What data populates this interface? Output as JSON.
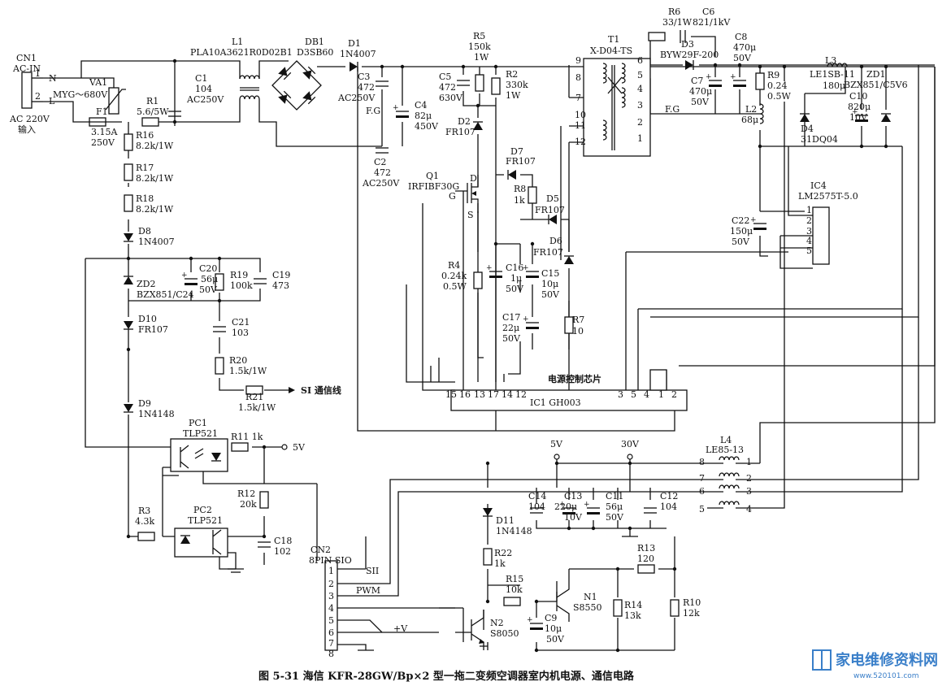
{
  "title": "图 5-31    海信 KFR-28GW/Bp×2 型一拖二变频空调器室内机电源、通信电路",
  "watermark": {
    "text": "家电维修资料网",
    "url": "www.520101.com"
  },
  "labels": {
    "cn1_name": "CN1",
    "cn1_type": "AC-IN",
    "pin_n": "N",
    "pin_l": "L",
    "pin1": "1",
    "pin2": "2",
    "ac_in1": "AC 220V",
    "ac_in2": "输入",
    "va1": "VA1",
    "va1_val": "MYG～680V",
    "f1": "F1",
    "f1_v1": "3.15A",
    "f1_v2": "250V",
    "r1": "R1",
    "r1_val": "5.6/5W",
    "l1": "L1",
    "l1_val": "PLA10A3621R0D02B1",
    "c1": "C1",
    "c1_v1": "104",
    "c1_v2": "AC250V",
    "db1": "DB1",
    "db1_val": "D3SB60",
    "d1": "D1",
    "d1_val": "1N4007",
    "c3": "C3",
    "c3_v1": "472",
    "c3_v2": "AC250V",
    "fg1": "F.G",
    "c4": "C4",
    "c4_v1": "82μ",
    "c4_v2": "450V",
    "c2": "C2",
    "c2_v1": "472",
    "c2_v2": "AC250V",
    "r5": "R5",
    "r5_v1": "150k",
    "r5_v2": "1W",
    "c5": "C5",
    "c5_v1": "472",
    "c5_v2": "630V",
    "r2": "R2",
    "r2_v1": "330k",
    "r2_v2": "1W",
    "d2": "D2",
    "d2_val": "FR107",
    "t1": "T1",
    "t1_val": "X-D04-TS",
    "t_p9": "9",
    "t_p8": "8",
    "t_p7": "7",
    "t_p10": "10",
    "t_p11": "11",
    "t_p12": "12",
    "t_p6": "6",
    "t_p5": "5",
    "t_p4": "4",
    "t_p3": "3",
    "t_p2": "2",
    "t_p1": "1",
    "fg2": "F.G",
    "r6": "R6",
    "r6_val": "33/1W",
    "c6": "C6",
    "c6_val": "821/1kV",
    "d3": "D3",
    "d3_val": "BYW29F-200",
    "c8": "C8",
    "c8_v1": "470μ",
    "c8_v2": "50V",
    "c7": "C7",
    "c7_v1": "470μ",
    "c7_v2": "50V",
    "r9": "R9",
    "r9_v1": "0.24",
    "r9_v2": "0.5W",
    "l2": "L2",
    "l2_val": "68μ",
    "l3": "L3",
    "l3_val": "LE1SB-11",
    "l3_v2": "180μ",
    "zd1": "ZD1",
    "zd1_val": "BZX851/C5V6",
    "c10": "C10",
    "c10_v1": "820μ",
    "c10_v2": "10V",
    "d4": "D4",
    "d4_val": "31DQ04",
    "ic4": "IC4",
    "ic4_val": "LM2575T-5.0",
    "ic4_p1": "1",
    "ic4_p2": "2",
    "ic4_p3": "3",
    "ic4_p4": "4",
    "ic4_p5": "5",
    "c22": "C22",
    "c22_v1": "150μ",
    "c22_v2": "50V",
    "q1": "Q1",
    "q1_val": "IRFIBF30G",
    "q_d": "D",
    "q_g": "G",
    "q_s": "S",
    "d7": "D7",
    "d7_val": "FR107",
    "r8": "R8",
    "r8_val": "1k",
    "d5": "D5",
    "d5_val": "FR107",
    "d6": "D6",
    "d6_val": "FR107",
    "r4": "R4",
    "r4_v1": "0.24k",
    "r4_v2": "0.5W",
    "c16": "C16",
    "c16_v1": "1μ",
    "c16_v2": "50V",
    "c15": "C15",
    "c15_v1": "10μ",
    "c15_v2": "50V",
    "c17": "C17",
    "c17_v1": "22μ",
    "c17_v2": "50V",
    "r7": "R7",
    "r7_val": "10",
    "ic1_title": "电源控制芯片",
    "ic1_name": "IC1 GH003",
    "ic1_p15": "15",
    "ic1_p16": "16",
    "ic1_p13": "13",
    "ic1_p17": "17",
    "ic1_p14": "14",
    "ic1_p12": "12",
    "ic1_p3": "3",
    "ic1_p5": "5",
    "ic1_p4": "4",
    "ic1_p1": "1",
    "ic1_p2": "2",
    "r16": "R16",
    "r16_val": "8.2k/1W",
    "r17": "R17",
    "r17_val": "8.2k/1W",
    "r18": "R18",
    "r18_val": "8.2k/1W",
    "d8": "D8",
    "d8_val": "1N4007",
    "zd2": "ZD2",
    "zd2_val": "BZX851/C24",
    "c20": "C20",
    "c20_v1": "56μ",
    "c20_v2": "50V",
    "r19": "R19",
    "r19_val": "100k",
    "c19": "C19",
    "c19_val": "473",
    "d10": "D10",
    "d10_val": "FR107",
    "c21": "C21",
    "c21_val": "103",
    "r20": "R20",
    "r20_val": "1.5k/1W",
    "r21": "R21",
    "r21_val": "1.5k/1W",
    "si_line": "SI 通信线",
    "d9": "D9",
    "d9_val": "1N4148",
    "pc1": "PC1",
    "pc1_val": "TLP521",
    "r11": "R11 1k",
    "v5a": "5V",
    "r12": "R12",
    "r12_val": "20k",
    "r3": "R3",
    "r3_val": "4.3k",
    "pc2": "PC2",
    "pc2_val": "TLP521",
    "c18": "C18",
    "c18_val": "102",
    "cn2": "CN2",
    "cn2_val": "8PIN SIO",
    "cn2_p1": "1",
    "cn2_p2": "2",
    "cn2_p3": "3",
    "cn2_p4": "4",
    "cn2_p5": "5",
    "cn2_p6": "6",
    "cn2_p7": "7",
    "cn2_p8": "8",
    "sii": "SII",
    "pwm": "PWM",
    "plusv": "+V",
    "v5b": "5V",
    "v30": "30V",
    "l4": "L4",
    "l4_val": "LE85-13",
    "l4_p8": "8",
    "l4_p7": "7",
    "l4_p6": "6",
    "l4_p5": "5",
    "l4_p1": "1",
    "l4_p2": "2",
    "l4_p3": "3",
    "l4_p4": "4",
    "c14": "C14",
    "c14_val": "104",
    "c13": "C13",
    "c13_v1": "220μ",
    "c13_v2": "10V",
    "c11": "C11",
    "c11_v1": "56μ",
    "c11_v2": "50V",
    "c12": "C12",
    "c12_val": "104",
    "d11": "D11",
    "d11_val": "1N4148",
    "r22": "R22",
    "r22_val": "1k",
    "r13": "R13",
    "r13_val": "120",
    "r15": "R15",
    "r15_val": "10k",
    "n1": "N1",
    "n1_val": "S8550",
    "r14": "R14",
    "r14_val": "13k",
    "r10": "R10",
    "r10_val": "12k",
    "n2": "N2",
    "n2_val": "S8050",
    "c9": "C9",
    "c9_v1": "10μ",
    "c9_v2": "50V"
  }
}
